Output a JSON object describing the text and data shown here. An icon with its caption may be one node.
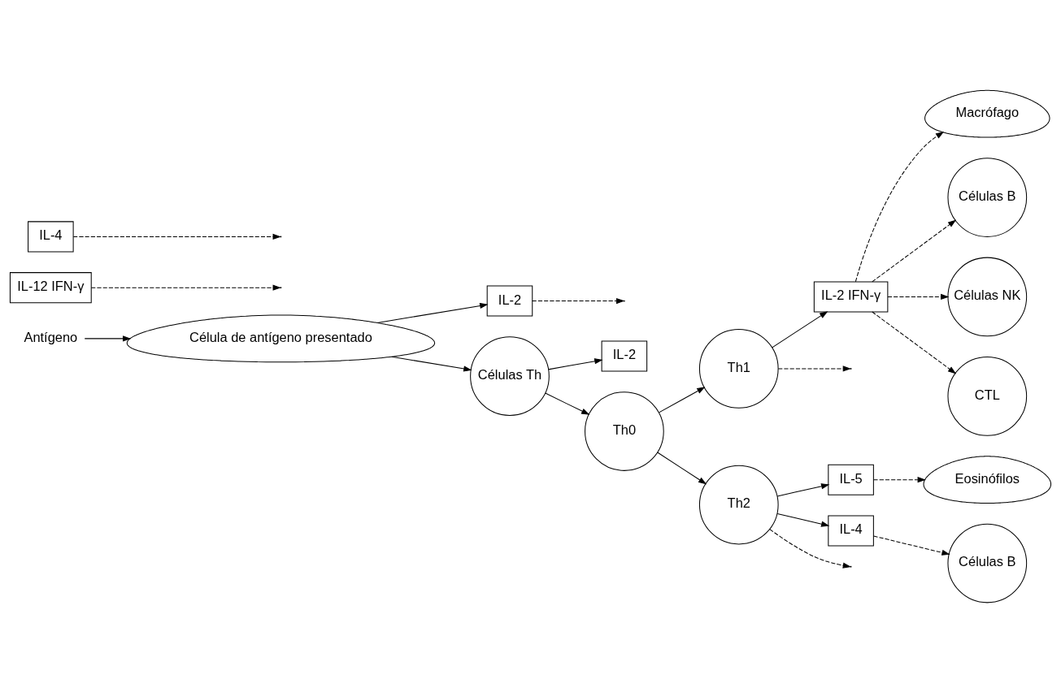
{
  "diagram": {
    "nodes": [
      {
        "text": [
          "Antígeno"
        ]
      },
      {
        "text": [
          "Célula de antígeno presentado"
        ]
      },
      {
        "text": [
          "IL-2"
        ]
      },
      {
        "text": [
          "Células Th"
        ]
      },
      {
        "text": [
          "IL-2"
        ]
      },
      {
        "text": [
          "Th0"
        ]
      },
      {
        "text": [
          "IL-12 IFN-γ"
        ]
      },
      {
        "text": [
          "IL-4"
        ]
      },
      {
        "text": [
          "Th1"
        ]
      },
      {
        "text": [
          "Th2"
        ]
      },
      {
        "text": [
          "IL-2 IFN-γ"
        ]
      },
      {
        "text": [
          "Macrófago"
        ]
      },
      {
        "text": [
          "Células B"
        ]
      },
      {
        "text": [
          "Células NK"
        ]
      },
      {
        "text": [
          "CTL"
        ]
      },
      {
        "text": [
          "IL-5"
        ]
      },
      {
        "text": [
          "Eosinófilos"
        ]
      },
      {
        "text": [
          "IL-4"
        ]
      },
      {
        "text": [
          "Células B"
        ]
      }
    ],
    "edges": [
      {
        "from": 0,
        "to": 1,
        "arrow": "to"
      },
      {
        "from": 1,
        "to": 2,
        "arrow": "to"
      },
      {
        "from": 1,
        "to": 3,
        "arrow": "to"
      },
      {
        "from": 2,
        "to": null,
        "arrow": "to",
        "style": "dashed"
      },
      {
        "from": 3,
        "to": 5,
        "arrow": "to"
      },
      {
        "from": 3,
        "to": 4,
        "arrow": "to"
      },
      {
        "from": 6,
        "to": null,
        "arrow": "to",
        "style": "dashed"
      },
      {
        "from": 7,
        "to": null,
        "arrow": "to",
        "style": "dashed"
      },
      {
        "from": 5,
        "to": 8,
        "arrow": "to"
      },
      {
        "from": 5,
        "to": 9,
        "arrow": "to"
      },
      {
        "from": 9,
        "to": null,
        "arrow": "to",
        "style": "dashed"
      },
      {
        "from": 8,
        "to": null,
        "arrow": "to",
        "style": "dashed"
      },
      {
        "from": 8,
        "to": 10,
        "arrow": "to"
      },
      {
        "from": 10,
        "to": 11,
        "arrow": "to",
        "style": "dashed"
      },
      {
        "from": 10,
        "to": 12,
        "arrow": "to",
        "style": "dashed"
      },
      {
        "from": 10,
        "to": 13,
        "arrow": "to",
        "style": "dashed"
      },
      {
        "from": 10,
        "to": 14,
        "arrow": "to",
        "style": "dashed"
      },
      {
        "from": 9,
        "to": 15,
        "arrow": "to"
      },
      {
        "from": 15,
        "to": 16,
        "arrow": "to",
        "style": "dashed"
      },
      {
        "from": 9,
        "to": 17,
        "arrow": "to"
      },
      {
        "from": 17,
        "to": 18,
        "arrow": "to",
        "style": "dashed"
      }
    ]
  }
}
